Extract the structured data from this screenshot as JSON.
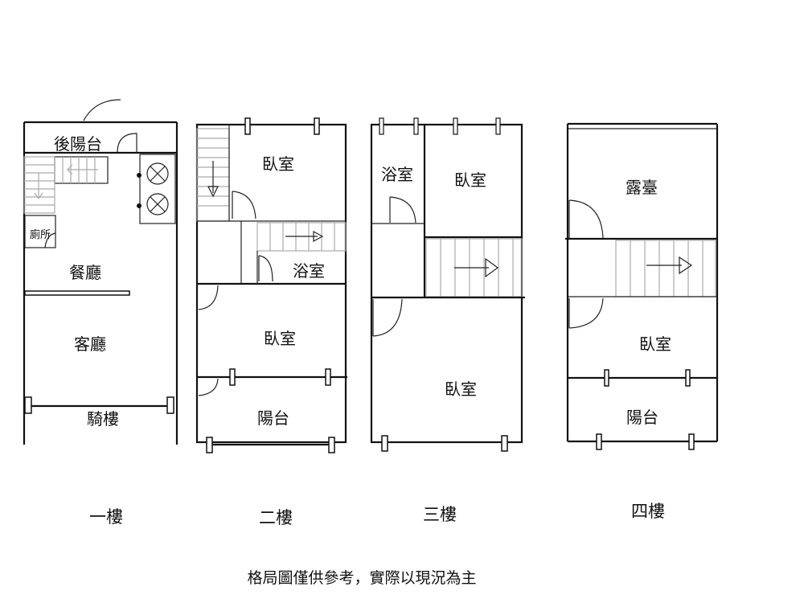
{
  "floors": {
    "f1": {
      "name": "一樓",
      "rooms": {
        "back_balcony": "後陽台",
        "toilet": "廁所",
        "dining": "餐廳",
        "living": "客廳",
        "arcade": "騎樓"
      }
    },
    "f2": {
      "name": "二樓",
      "rooms": {
        "bedroom_front": "臥室",
        "bath": "浴室",
        "bedroom_rear": "臥室",
        "balcony": "陽台"
      }
    },
    "f3": {
      "name": "三樓",
      "rooms": {
        "bath": "浴室",
        "bedroom_small": "臥室",
        "bedroom_large": "臥室"
      }
    },
    "f4": {
      "name": "四樓",
      "rooms": {
        "terrace": "露臺",
        "bedroom": "臥室",
        "balcony": "陽台"
      }
    }
  },
  "note": "格局圖僅供參考，實際以現況為主"
}
